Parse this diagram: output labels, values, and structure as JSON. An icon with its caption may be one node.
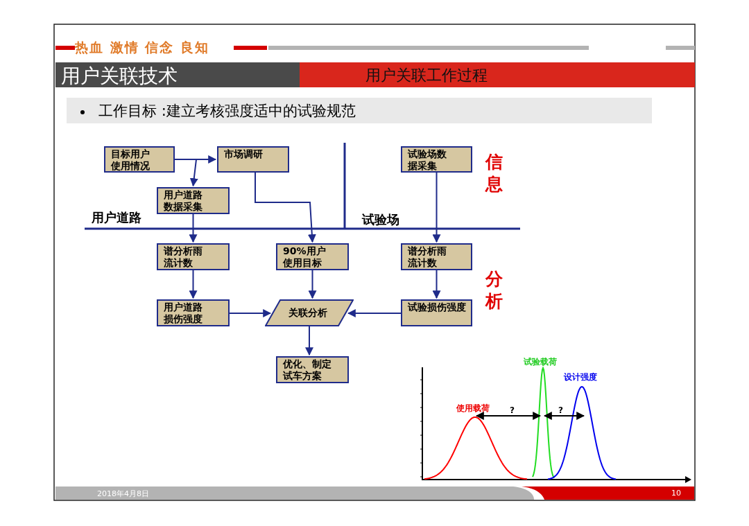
{
  "diagram": {
    "title": "用户关联技术",
    "nodes": [
      {
        "text": [
          "目标用户使用情况"
        ]
      },
      {
        "text": [
          "市场调研"
        ]
      },
      {
        "text": [
          "用户道路数据采集"
        ]
      },
      {
        "text": [
          "试验场数据采集"
        ]
      },
      {
        "text": [
          "谱分析雨流计数"
        ]
      },
      {
        "text": [
          "90%用户使用目标"
        ]
      },
      {
        "text": [
          "谱分析雨流计数"
        ]
      },
      {
        "text": [
          "用户道路损伤强度"
        ]
      },
      {
        "text": [
          "关联分析"
        ]
      },
      {
        "text": [
          "试验损伤强度"
        ]
      },
      {
        "text": [
          "优化、制定试车方案"
        ]
      }
    ],
    "edges": [
      {
        "from": 0,
        "to": 1,
        "arrow": "to"
      },
      {
        "from": 0,
        "to": 2,
        "arrow": "to"
      },
      {
        "from": 1,
        "to": 5,
        "arrow": "to"
      },
      {
        "from": 2,
        "to": 4,
        "arrow": "to"
      },
      {
        "from": 3,
        "to": 6,
        "arrow": "to"
      },
      {
        "from": 4,
        "to": 7,
        "arrow": "to"
      },
      {
        "from": 5,
        "to": 8,
        "arrow": "to"
      },
      {
        "from": 6,
        "to": 9,
        "arrow": "to"
      },
      {
        "from": 7,
        "to": 8,
        "arrow": "to"
      },
      {
        "from": 9,
        "to": 8,
        "arrow": "to"
      },
      {
        "from": 8,
        "to": 10,
        "arrow": "to"
      }
    ],
    "labels": [
      "热血 激情 信念 良知",
      "用户关联工作过程",
      "工作目标 :建立考核强度适中的试验规范",
      "信息",
      "用户道路",
      "试验场",
      "分析",
      "试验载荷",
      "设计强度",
      "使用载荷",
      "?",
      "?",
      "2018年4月8日",
      "10"
    ]
  }
}
